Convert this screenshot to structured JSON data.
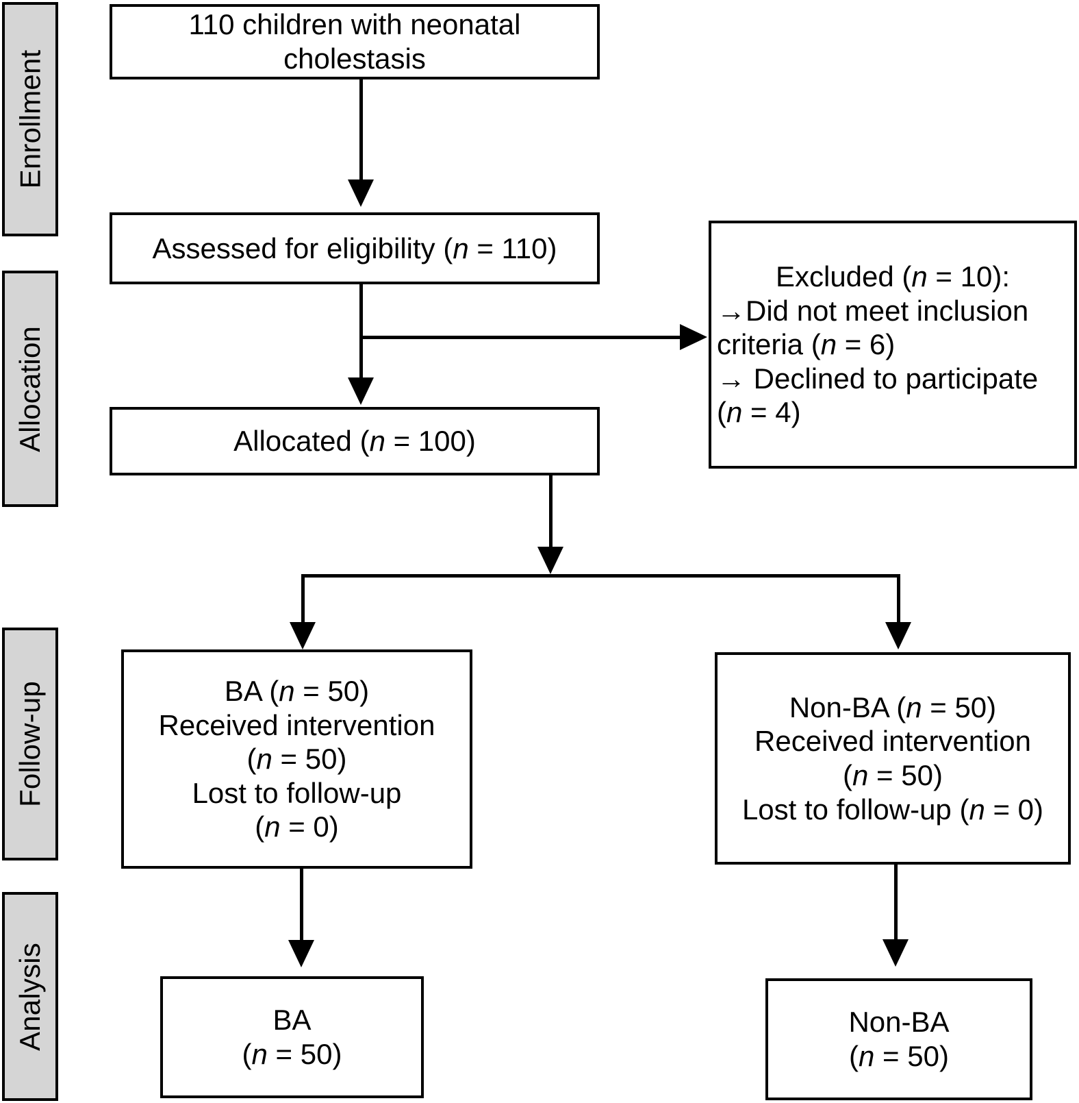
{
  "diagram": {
    "title": "CONSORT participant flow diagram",
    "colors": {
      "stage_label_fill": "#d5d5d5",
      "box_fill": "#ffffff",
      "stroke": "#000000"
    }
  },
  "stages": [
    {
      "label": "Enrollment"
    },
    {
      "label": "Allocation"
    },
    {
      "label": "Follow-up"
    },
    {
      "label": "Analysis"
    }
  ],
  "boxes": {
    "enrollment_total": {
      "line1": "110 children with neonatal cholestasis"
    },
    "assessed": {
      "text_before": "Assessed for eligibility (",
      "n_symbol": "n",
      "text_after": " = 110)"
    },
    "excluded": {
      "heading_before": "Excluded (",
      "heading_n": "n",
      "heading_after": " = 10):",
      "item1_arrow": "→",
      "item1_text_before": "Did not meet inclusion criteria (",
      "item1_n": "n",
      "item1_text_after": " = 6)",
      "item2_arrow": "→",
      "item2_text_before": " Declined to participate (",
      "item2_n": "n",
      "item2_text_after": " = 4)"
    },
    "allocated": {
      "text_before": "Allocated (",
      "n_symbol": "n",
      "text_after": " = 100)"
    },
    "followup_ba": {
      "l1_before": "BA (",
      "l1_n": "n",
      "l1_after": " = 50)",
      "l2": "Received intervention",
      "l3_before": "(",
      "l3_n": "n",
      "l3_after": " = 50)",
      "l4": "Lost to follow-up",
      "l5_before": "(",
      "l5_n": "n",
      "l5_after": " = 0)"
    },
    "followup_nonba": {
      "l1_before": "Non-BA (",
      "l1_n": "n",
      "l1_after": " = 50)",
      "l2": "Received intervention",
      "l3_before": "(",
      "l3_n": "n",
      "l3_after": " = 50)",
      "l4_before": "Lost to follow-up (",
      "l4_n": "n",
      "l4_after": " = 0)"
    },
    "analysis_ba": {
      "l1": "BA",
      "l2_before": "(",
      "l2_n": "n",
      "l2_after": " = 50)"
    },
    "analysis_nonba": {
      "l1": "Non-BA",
      "l2_before": "(",
      "l2_n": "n",
      "l2_after": " = 50)"
    }
  },
  "chart_data": {
    "type": "diagram",
    "title": "CONSORT flow of children with neonatal cholestasis",
    "nodes": [
      {
        "id": "enrolled",
        "stage": "Enrollment",
        "label": "110 children with neonatal cholestasis",
        "n": 110
      },
      {
        "id": "assessed",
        "stage": "Enrollment",
        "label": "Assessed for eligibility (n = 110)",
        "n": 110
      },
      {
        "id": "excluded",
        "stage": "Allocation",
        "label": "Excluded (n = 10)",
        "n": 10,
        "reasons": [
          {
            "label": "Did not meet inclusion criteria",
            "n": 6
          },
          {
            "label": "Declined to participate",
            "n": 4
          }
        ]
      },
      {
        "id": "allocated",
        "stage": "Allocation",
        "label": "Allocated (n = 100)",
        "n": 100
      },
      {
        "id": "followup_ba",
        "stage": "Follow-up",
        "label": "BA (n = 50)",
        "n": 50,
        "received_intervention": 50,
        "lost_to_followup": 0
      },
      {
        "id": "followup_nonba",
        "stage": "Follow-up",
        "label": "Non-BA (n = 50)",
        "n": 50,
        "received_intervention": 50,
        "lost_to_followup": 0
      },
      {
        "id": "analysis_ba",
        "stage": "Analysis",
        "label": "BA (n = 50)",
        "n": 50
      },
      {
        "id": "analysis_nonba",
        "stage": "Analysis",
        "label": "Non-BA (n = 50)",
        "n": 50
      }
    ],
    "edges": [
      {
        "from": "enrolled",
        "to": "assessed",
        "type": "arrow-down"
      },
      {
        "from": "assessed",
        "to": "excluded",
        "type": "arrow-right"
      },
      {
        "from": "assessed",
        "to": "allocated",
        "type": "arrow-down"
      },
      {
        "from": "allocated",
        "to": "followup_ba",
        "type": "split-arrow-down"
      },
      {
        "from": "allocated",
        "to": "followup_nonba",
        "type": "split-arrow-down"
      },
      {
        "from": "followup_ba",
        "to": "analysis_ba",
        "type": "arrow-down"
      },
      {
        "from": "followup_nonba",
        "to": "analysis_nonba",
        "type": "arrow-down"
      }
    ]
  }
}
